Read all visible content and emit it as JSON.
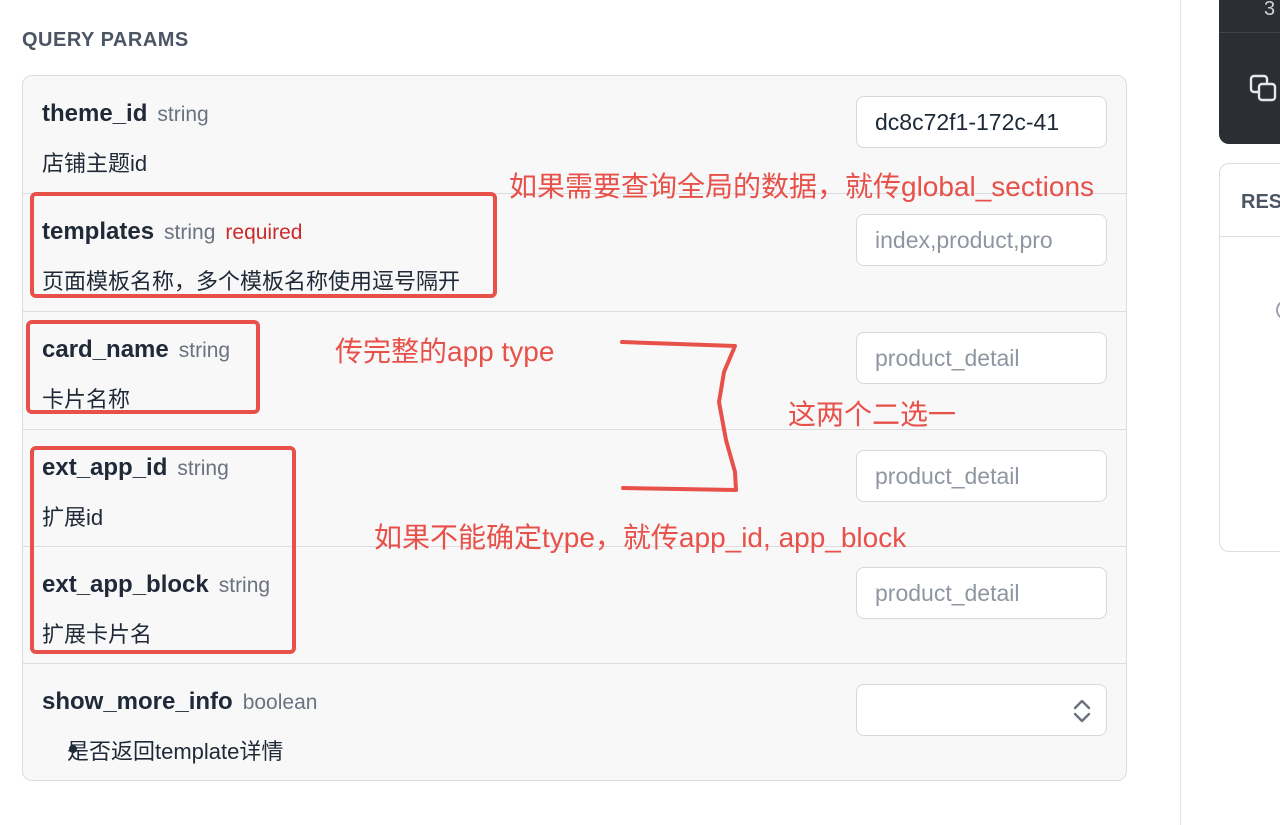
{
  "section_title": "QUERY PARAMS",
  "params": [
    {
      "name": "theme_id",
      "type": "string",
      "required": "",
      "desc": "店铺主题id",
      "input_value": "dc8c72f1-172c-41",
      "input_placeholder": ""
    },
    {
      "name": "templates",
      "type": "string",
      "required": "required",
      "desc": "页面模板名称，多个模板名称使用逗号隔开",
      "input_value": "",
      "input_placeholder": "index,product,pro"
    },
    {
      "name": "card_name",
      "type": "string",
      "required": "",
      "desc": "卡片名称",
      "input_value": "",
      "input_placeholder": "product_detail"
    },
    {
      "name": "ext_app_id",
      "type": "string",
      "required": "",
      "desc": "扩展id",
      "input_value": "",
      "input_placeholder": "product_detail"
    },
    {
      "name": "ext_app_block",
      "type": "string",
      "required": "",
      "desc": "扩展卡片名",
      "input_value": "",
      "input_placeholder": "product_detail"
    },
    {
      "name": "show_more_info",
      "type": "boolean",
      "required": "",
      "desc": "是否返回template详情",
      "select_value": ""
    }
  ],
  "side_panel": {
    "code_number": "3",
    "response_label": "RES"
  },
  "annotations": {
    "global_note": "如果需要查询全局的数据，就传global_sections",
    "app_type_note": "传完整的app type",
    "choose_one_note": "这两个二选一",
    "fallback_note": "如果不能确定type，就传app_id, app_block"
  },
  "colors": {
    "annotation": "#e8504a",
    "required": "#cc2b2b",
    "card_bg": "#f8f8f8",
    "dark_panel": "#2b2f33"
  },
  "icons": {
    "select": "chevron-updown-icon",
    "copy": "copy-icon"
  }
}
